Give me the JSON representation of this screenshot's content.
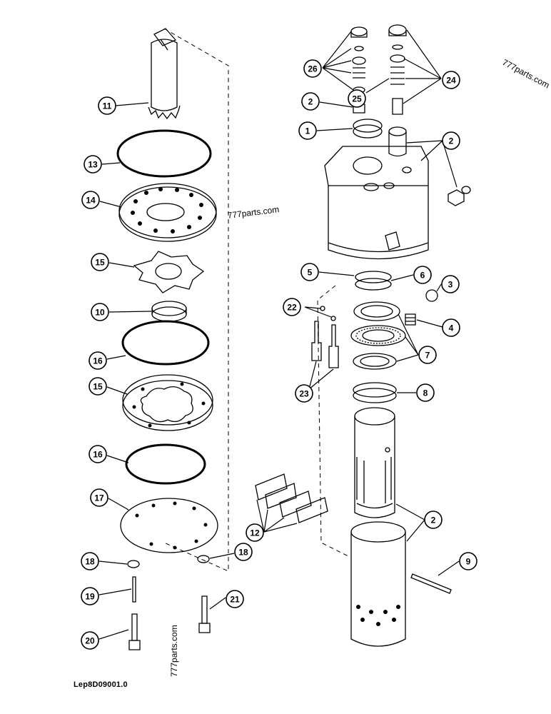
{
  "watermarks": {
    "top_right": "777parts.com",
    "center": "777parts.com",
    "bottom": "777parts.com"
  },
  "drawing_code": "Lep8D09001.0",
  "callouts": [
    {
      "id": "c11",
      "label": "11"
    },
    {
      "id": "c13",
      "label": "13"
    },
    {
      "id": "c14",
      "label": "14"
    },
    {
      "id": "c15a",
      "label": "15"
    },
    {
      "id": "c10",
      "label": "10"
    },
    {
      "id": "c16a",
      "label": "16"
    },
    {
      "id": "c15b",
      "label": "15"
    },
    {
      "id": "c16b",
      "label": "16"
    },
    {
      "id": "c17",
      "label": "17"
    },
    {
      "id": "c18a",
      "label": "18"
    },
    {
      "id": "c18b",
      "label": "18"
    },
    {
      "id": "c19",
      "label": "19"
    },
    {
      "id": "c20",
      "label": "20"
    },
    {
      "id": "c21",
      "label": "21"
    },
    {
      "id": "c26",
      "label": "26"
    },
    {
      "id": "c24",
      "label": "24"
    },
    {
      "id": "c25",
      "label": "25"
    },
    {
      "id": "c2a",
      "label": "2"
    },
    {
      "id": "c1",
      "label": "1"
    },
    {
      "id": "c2b",
      "label": "2"
    },
    {
      "id": "c5",
      "label": "5"
    },
    {
      "id": "c6",
      "label": "6"
    },
    {
      "id": "c3",
      "label": "3"
    },
    {
      "id": "c22",
      "label": "22"
    },
    {
      "id": "c4",
      "label": "4"
    },
    {
      "id": "c7",
      "label": "7"
    },
    {
      "id": "c23",
      "label": "23"
    },
    {
      "id": "c8",
      "label": "8"
    },
    {
      "id": "c12",
      "label": "12"
    },
    {
      "id": "c2c",
      "label": "2"
    },
    {
      "id": "c9",
      "label": "9"
    }
  ]
}
